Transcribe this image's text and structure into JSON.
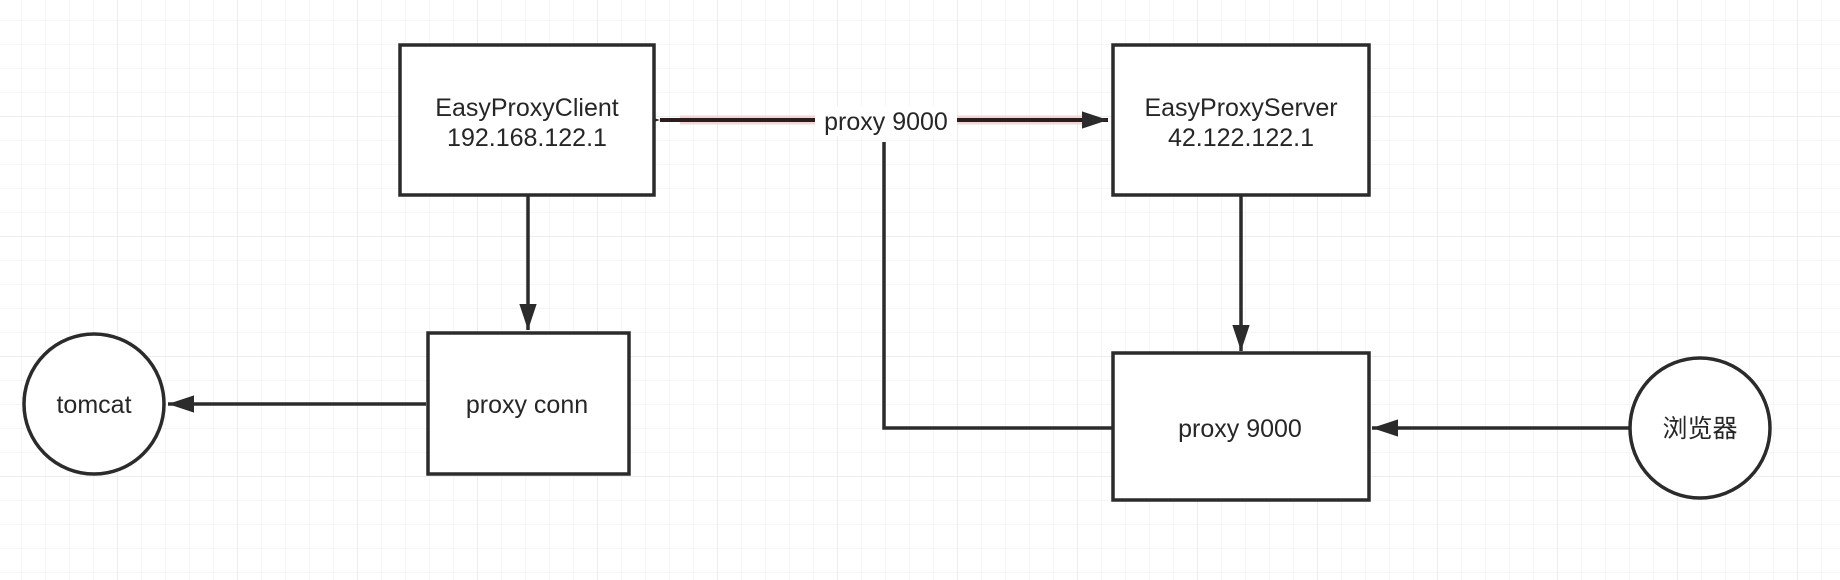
{
  "nodes": {
    "client": {
      "line1": "EasyProxyClient",
      "line2": "192.168.122.1"
    },
    "server": {
      "line1": "EasyProxyServer",
      "line2": "42.122.122.1"
    },
    "proxy_conn": {
      "label": "proxy conn"
    },
    "proxy_server_port": {
      "label": "proxy 9000"
    },
    "tomcat": {
      "label": "tomcat"
    },
    "browser": {
      "label": "浏览器"
    }
  },
  "edges": {
    "tunnel": {
      "label": "proxy 9000"
    }
  },
  "colors": {
    "stroke": "#2b2b2b",
    "text": "#262626",
    "tunnel_stroke": "#2b1d1d",
    "tunnel_highlight": "#f2d6d6",
    "grid": "#ededed"
  }
}
